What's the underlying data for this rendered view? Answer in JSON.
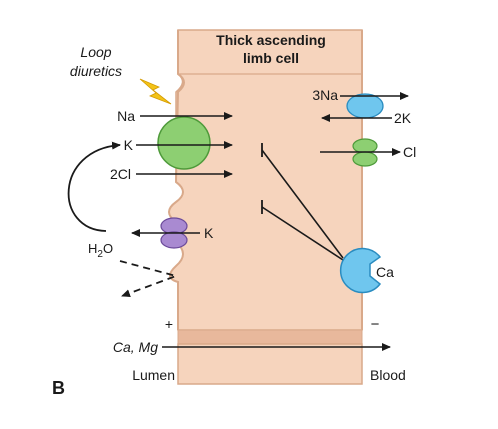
{
  "panel_label": "B",
  "cell_title_line1": "Thick ascending",
  "cell_title_line2": "limb cell",
  "drug": "Loop\ndiuretics",
  "drug_line1": "Loop",
  "drug_line2": "diuretics",
  "apical": {
    "na": "Na",
    "k": "K",
    "cl": "2Cl",
    "k_out": "K",
    "water": "H2O"
  },
  "basolateral": {
    "na": "3Na",
    "k": "2K",
    "cl": "Cl",
    "ca": "Ca"
  },
  "paracellular": {
    "ions": "Ca, Mg",
    "lumen_charge": "+",
    "blood_charge": "−"
  },
  "sides": {
    "lumen": "Lumen",
    "blood": "Blood"
  },
  "colors": {
    "cell": "#f6d4bd",
    "cell_edge": "#d9a98a",
    "nkcc": "#8dcf72",
    "nkcc_edge": "#4e9a3a",
    "romk": "#a98ad1",
    "romk_edge": "#6b4a9a",
    "pump": "#6fc6ee",
    "pump_edge": "#2a8cc0",
    "cl_channel": "#8dcf72",
    "casr": "#6fc6ee",
    "bolt": "#f3c318"
  }
}
